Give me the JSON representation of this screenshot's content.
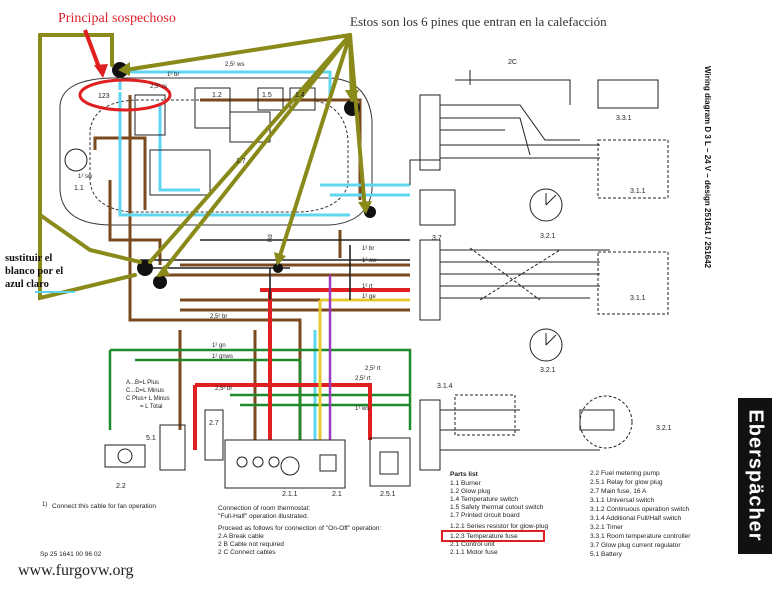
{
  "annotations": {
    "suspect": "Principal sospechoso",
    "pins": "Estos son los 6 pines que entran en la calefacción",
    "replace_line1": "sustituir el",
    "replace_line2": "blanco por el",
    "replace_line3": "azul claro"
  },
  "title": "Wiring diagram D 3 L – 24 V – design 251641 / 251642",
  "brand": "Eberspächer",
  "footer": {
    "code": "Sp 25 1641 00 96 02",
    "url": "www.furgovw.org",
    "note": "Connect this cable for fan operation",
    "note_mark": "1)"
  },
  "thermostat_notes": {
    "line1": "Connection of room thermostat:",
    "line2": "\"Full-Half\" operation illustrated.",
    "line3": "Proceed as follows for connection of \"On-Off\" operation:",
    "line4": "2 A Break cable",
    "line5": "2 B Cable not required",
    "line6": "2 C Connect cables"
  },
  "legend_left": {
    "l1": "A...B=L Plus",
    "l2": "C...D=L Minus",
    "l3": "C Plus+ L Minus",
    "l4": "= L Total"
  },
  "parts_list": {
    "heading": "Parts list",
    "col1": [
      "1.1  Burner",
      "1.2  Glow plug",
      "1.4  Temperature switch",
      "1.5  Safety thermal cutout switch",
      "1.7  Printed circuit board",
      "1.2.1 Series resistor for glow-plug",
      "1.2.3 Temperature fuse",
      "2.1  Control unit",
      "2.1.1 Motor fuse"
    ],
    "col2": [
      "2.2  Fuel metering pump",
      "2.5.1 Relay for glow plug",
      "2.7  Main fuse, 16 A",
      "3.1.1 Universal switch",
      "3.1.2 Continuous operation switch",
      "3.1.4 Additional Full/Half switch",
      "3.2.1 Timer",
      "3.3.1 Room temperature controller",
      "3.7  Glow plug current regulator",
      "5.1  Battery"
    ]
  },
  "labels": {
    "c123": "123",
    "c12": "1.2",
    "c15": "1.5",
    "c14": "1.4",
    "c17": "1.7",
    "c11": "1.1",
    "c37": "3.7",
    "c331": "3.3.1",
    "c311a": "3.1.1",
    "c311b": "3.1.1",
    "c321a": "3.2.1",
    "c321b": "3.2.1",
    "c321c": "3.2.1",
    "c314": "3.1.4",
    "c51": "5.1",
    "c27": "2.7",
    "c22": "2.2",
    "c211": "2.1.1",
    "c21": "2.1",
    "c251": "2.5.1",
    "c2c": "2C",
    "w1": "2,5² ws",
    "w2": "1² br",
    "w3": "2,5² rs",
    "w4": "2,5² br",
    "w5": "1² gn",
    "w6": "1² gnws",
    "w7": "1² ws",
    "w8": "2,5² rt",
    "w9": "1² ge",
    "w10": "1² sw",
    "w11": "1² rt",
    "w12": "2,5² br",
    "w13": "2,5² rt",
    "w14": "1² br",
    "w15": "1² sw",
    "w16": "Rd"
  }
}
